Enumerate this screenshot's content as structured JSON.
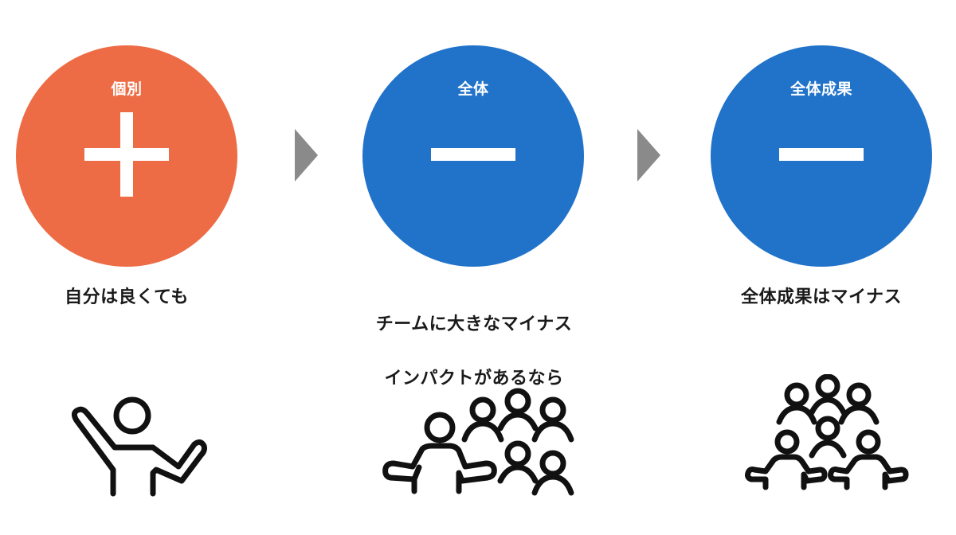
{
  "colors": {
    "positive": "#ED6C45",
    "negative": "#2173CA",
    "arrow": "#8A8A8A",
    "caption_text": "#1A1A1A",
    "icon_stroke": "#111111"
  },
  "steps": [
    {
      "circle_label": "個別",
      "sign": "plus",
      "caption": "自分は良くても",
      "icon": "person-waving-icon"
    },
    {
      "circle_label": "全体",
      "sign": "minus",
      "caption_line1": "チームに大きなマイナス",
      "caption_line2": "インパクトがあるなら",
      "icon": "presenter-with-audience-icon"
    },
    {
      "circle_label": "全体成果",
      "sign": "minus",
      "caption": "全体成果はマイナス",
      "icon": "group-team-icon"
    }
  ],
  "arrows": [
    {
      "icon": "arrow-right-icon"
    },
    {
      "icon": "arrow-right-icon"
    }
  ]
}
